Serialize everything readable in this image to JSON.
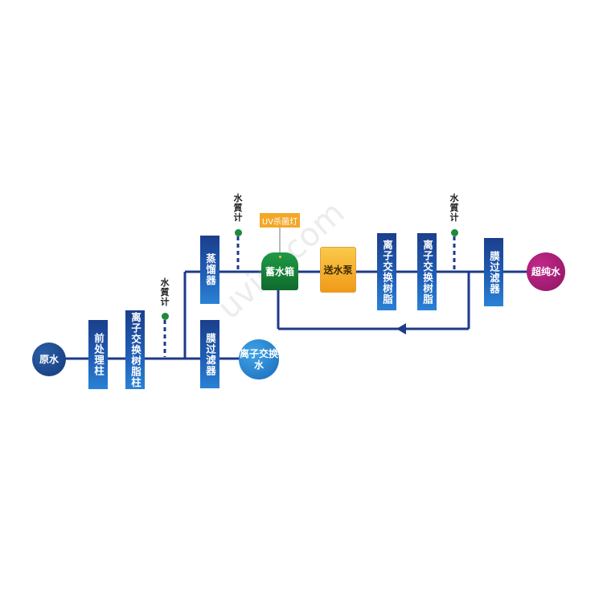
{
  "colors": {
    "pipe": "#1f3a88",
    "column": "#1f5db5",
    "meter_dot": "#1e8a3a",
    "tank": "#147a37",
    "uv": "#f3a828",
    "pump": "#f6b43a",
    "raw_water": "#1a4b93",
    "ion_water": "#2f8fd8",
    "ultrapure": "#b0207c"
  },
  "nodes": {
    "raw_water": "原水",
    "pretreatment": "前处理柱",
    "ion_resin_column": "离子交换树脂柱",
    "meter1": "水質计",
    "distiller": "蒸馏器",
    "membrane1": "膜过滤器",
    "ion_water": "离子交换水",
    "meter2": "水質计",
    "uv_lamp": "UV杀菌灯",
    "storage_tank": "蓄水箱",
    "feed_pump": "送水泵",
    "ion_resin1": "离子交换树脂",
    "ion_resin2": "离子交换树脂",
    "meter3": "水質计",
    "membrane2": "膜过滤器",
    "ultrapure_water": "超纯水"
  },
  "watermark": "uviqi.com"
}
